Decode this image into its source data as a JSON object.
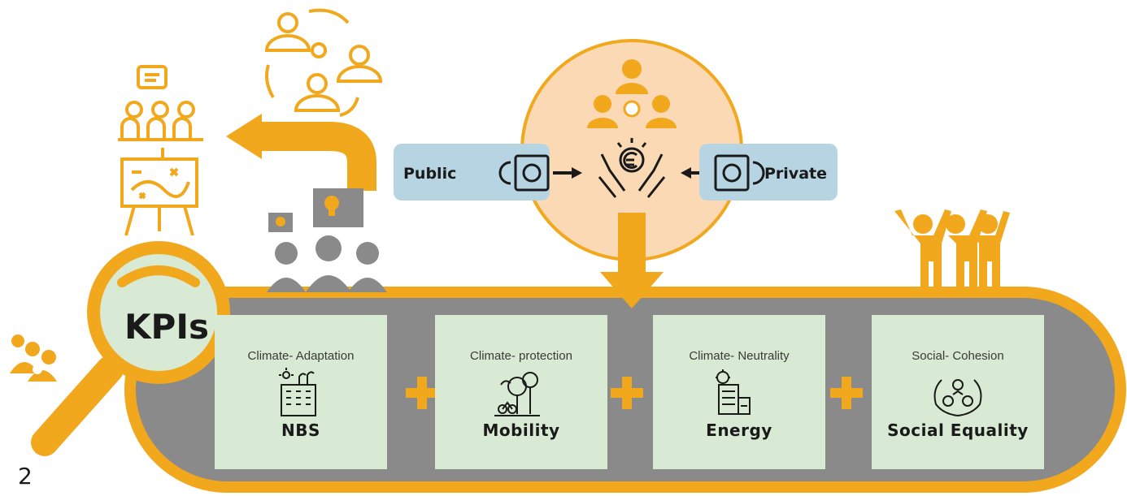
{
  "kpi": {
    "label": "KPIs"
  },
  "finance": {
    "public_label": "Public",
    "private_label": "Private"
  },
  "pillars": [
    {
      "category": "Climate- Adaptation",
      "title": "NBS"
    },
    {
      "category": "Climate- protection",
      "title": "Mobility"
    },
    {
      "category": "Climate- Neutrality",
      "title": "Energy"
    },
    {
      "category": "Social- Cohesion",
      "title": "Social Equality"
    }
  ],
  "page_number": "2",
  "colors": {
    "orange": "#f2a81d",
    "gray": "#8a8a8a",
    "green": "#d8ead3",
    "blue": "#b7d4e3",
    "peach": "#fbd9b4"
  }
}
